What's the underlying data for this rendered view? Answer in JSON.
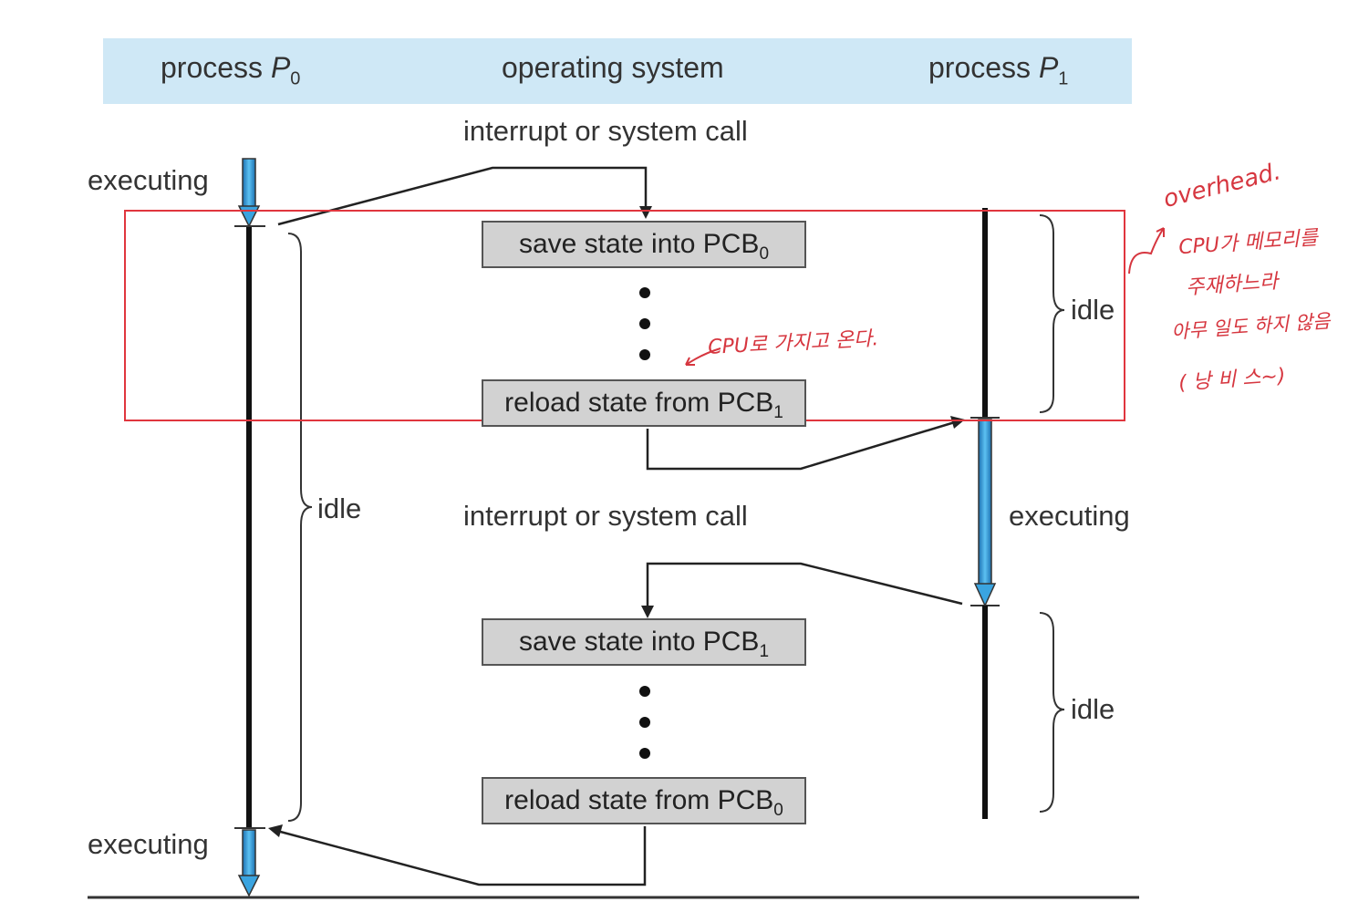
{
  "header": {
    "p0_prefix": "process ",
    "p0_symbol": "P",
    "p0_sub": "0",
    "os": "operating system",
    "p1_prefix": "process ",
    "p1_symbol": "P",
    "p1_sub": "1"
  },
  "labels": {
    "interrupt_top": "interrupt or system call",
    "interrupt_mid": "interrupt or system call",
    "p0_exec_top": "executing",
    "p0_exec_bottom": "executing",
    "p0_idle": "idle",
    "p1_idle_top": "idle",
    "p1_exec": "executing",
    "p1_idle_bottom": "idle"
  },
  "boxes": {
    "save0_text": "save state into PCB",
    "save0_sub": "0",
    "reload1_text": "reload state from PCB",
    "reload1_sub": "1",
    "save1_text": "save state into PCB",
    "save1_sub": "1",
    "reload0_text": "reload state from PCB",
    "reload0_sub": "0"
  },
  "annotations": {
    "cpu_note": "CPU로 가지고 온다.",
    "overhead": "overhead.",
    "note_line1": "CPU가 메모리를",
    "note_line2": "주재하느라",
    "note_line3": "아무 일도 하지 않음",
    "note_line4": "( 낭 비 스~)"
  },
  "colors": {
    "header_band": "#cfe8f6",
    "box_fill": "#d2d2d2",
    "arrow_blue": "#2f8fd0",
    "annotation_red": "#d6363f"
  }
}
